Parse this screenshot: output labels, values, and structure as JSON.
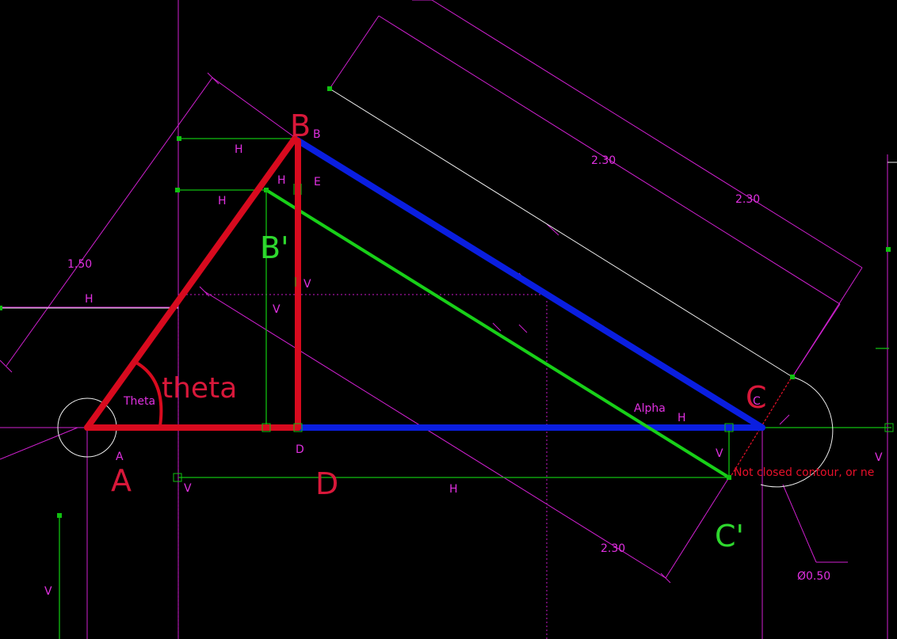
{
  "points": {
    "A": "A",
    "B": "B",
    "C": "C",
    "D": "D",
    "E": "E",
    "B_prime": "B'",
    "C_prime": "C'"
  },
  "small_labels": {
    "A": "A",
    "B": "B",
    "C": "C",
    "D": "D",
    "E": "E"
  },
  "angles": {
    "theta_big": "theta",
    "theta_small": "Theta",
    "alpha": "Alpha"
  },
  "dimensions": {
    "ab_length": "1.50",
    "bc_length": "2.30",
    "bc_outer_length": "2.30",
    "bprime_cprime_length": "2.30",
    "circle_diameter": "Ø0.50"
  },
  "constraints": {
    "h": "H",
    "v": "V"
  },
  "error_message": "Not closed contour, or ne",
  "colors": {
    "background": "#000000",
    "triangle_red": "#d80a1e",
    "edge_blue": "#0a1ee0",
    "line_green": "#18d018",
    "construction_magenta": "#d020d0",
    "constraint_green": "#10c010",
    "edge_white": "#ffffff",
    "error_red": "#e8102a"
  }
}
